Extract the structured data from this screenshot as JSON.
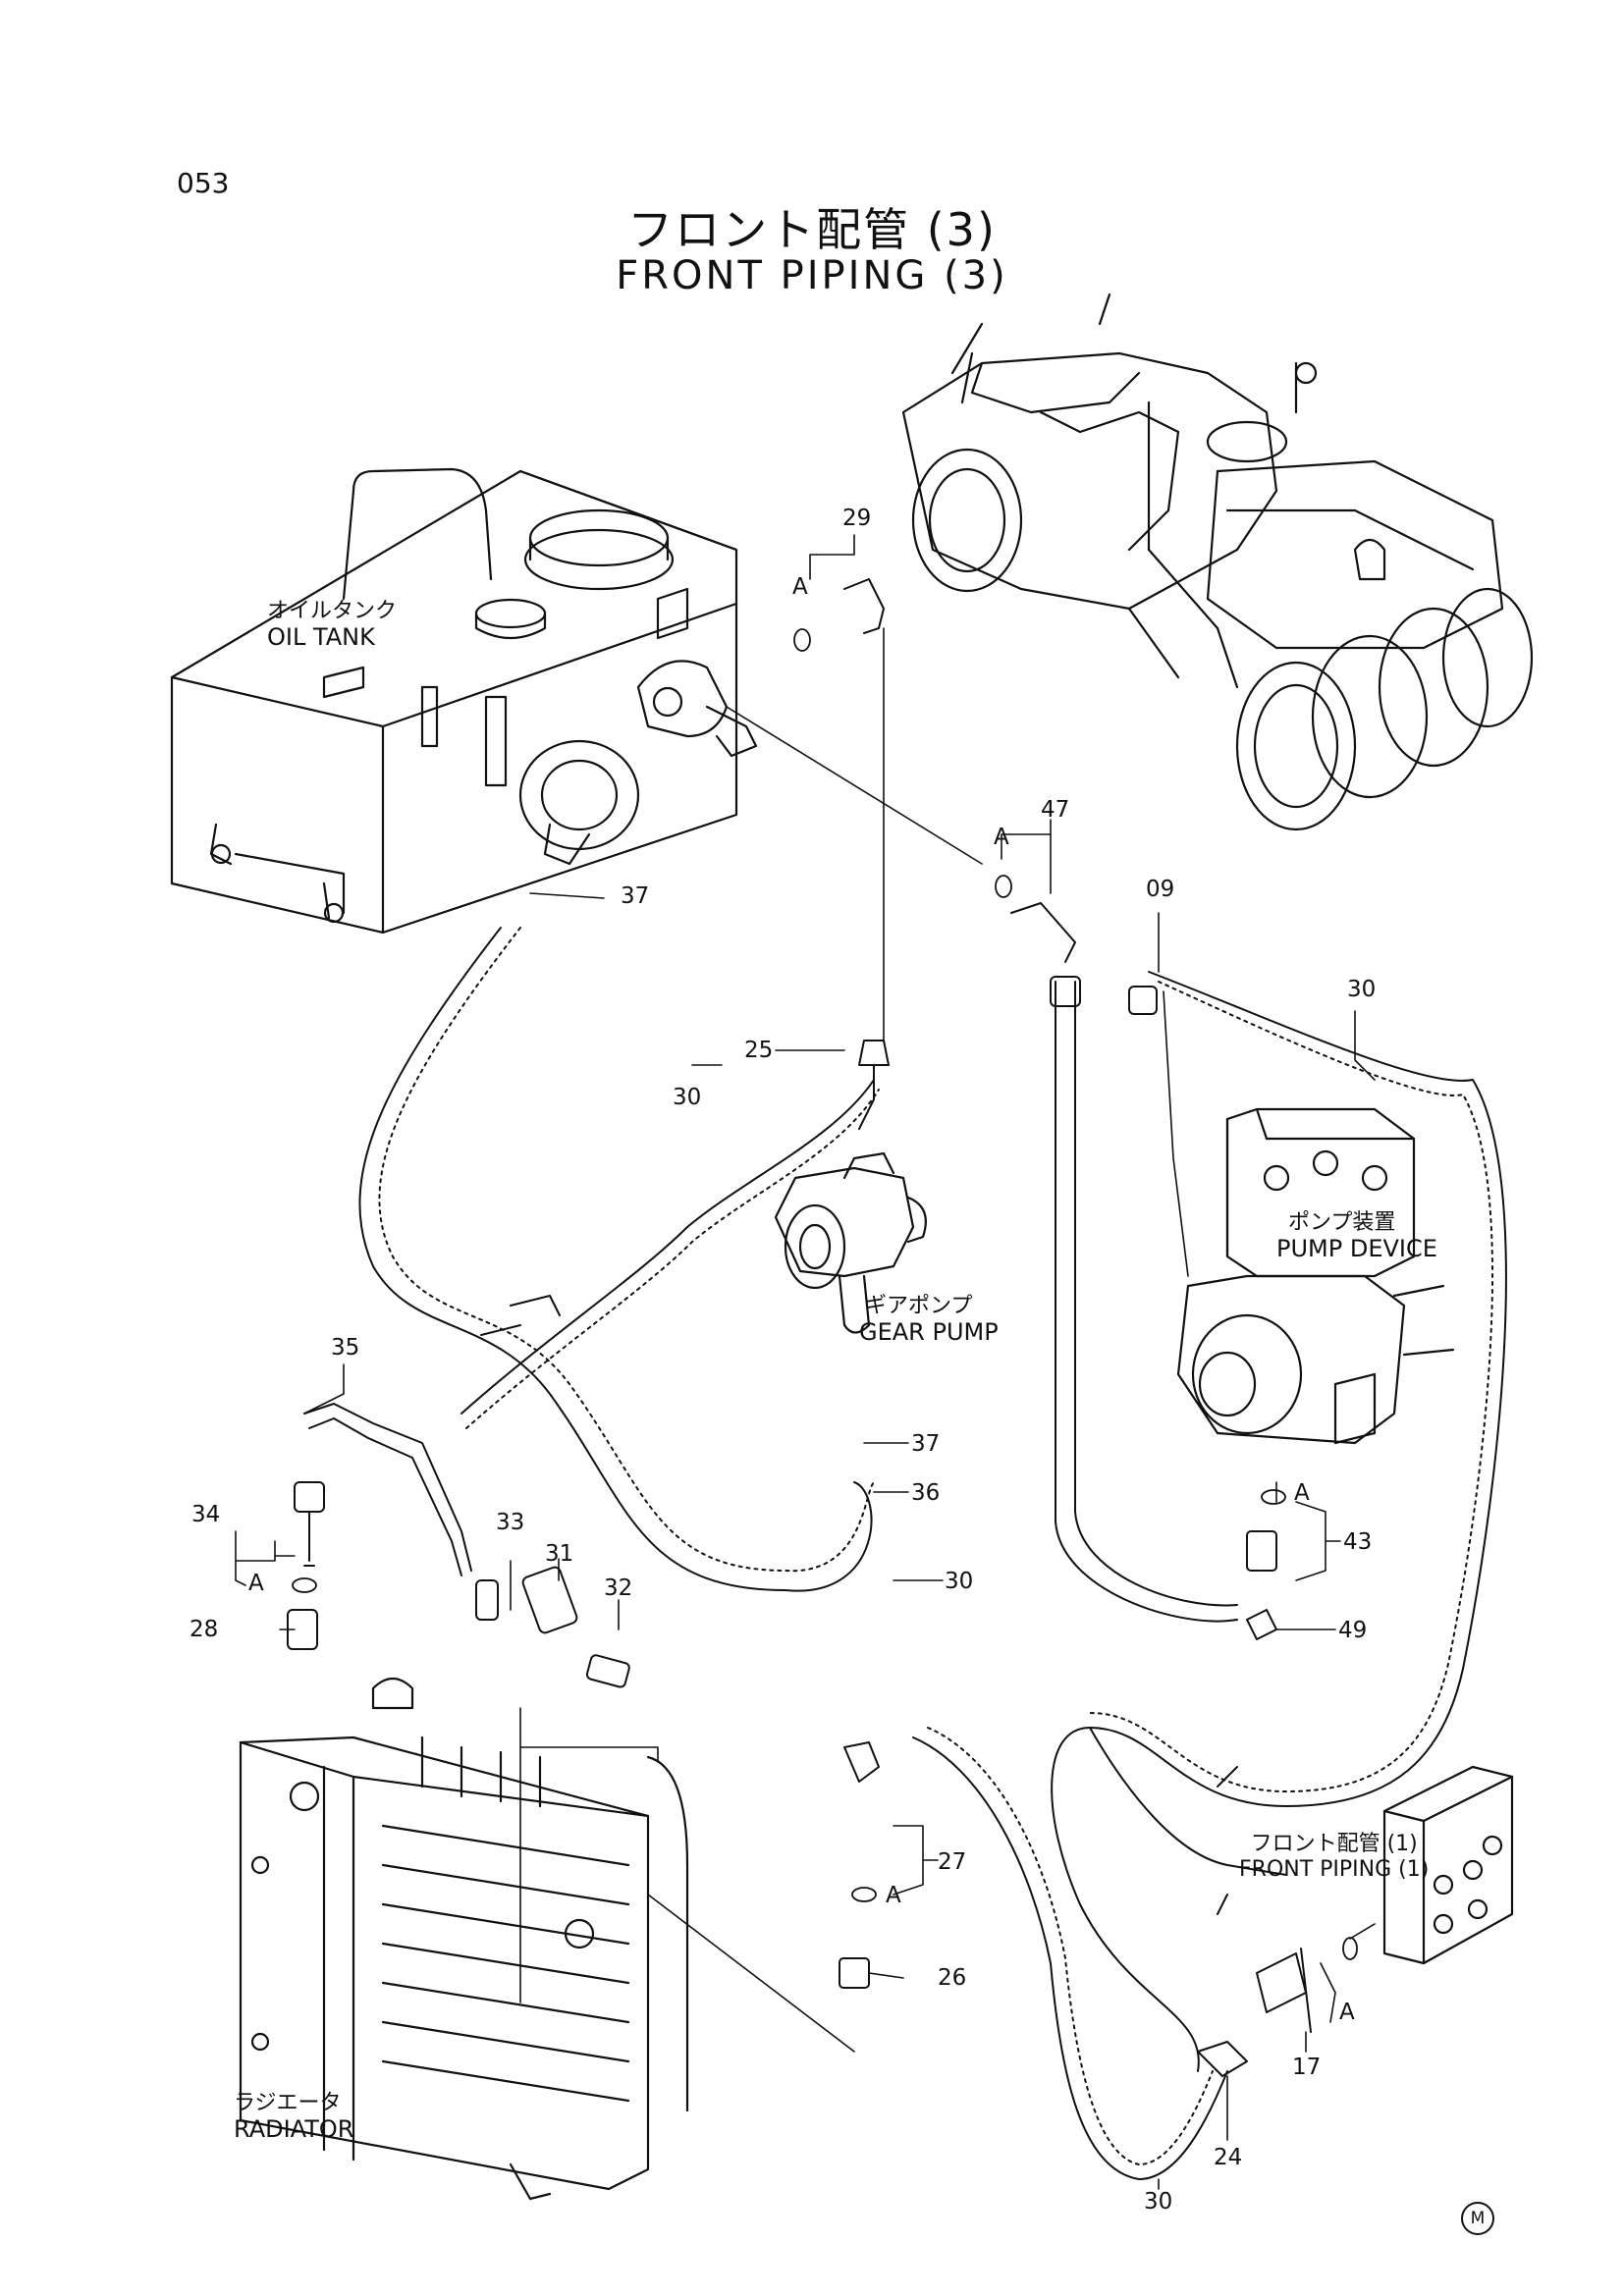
{
  "page_number": "053",
  "title": {
    "jp": "フロント配管 (3)",
    "en": "FRONT PIPING (3)"
  },
  "components": [
    {
      "jp": "オイルタンク",
      "en": "OIL TANK"
    },
    {
      "jp": "ギアポンプ",
      "en": "GEAR PUMP"
    },
    {
      "jp": "ポンプ装置",
      "en": "PUMP DEVICE"
    },
    {
      "jp": "フロント配管 (1)",
      "en": "FRONT PIPING (1)"
    },
    {
      "jp": "ラジエータ",
      "en": "RADIATOR"
    }
  ],
  "part_numbers": [
    "29",
    "A",
    "37",
    "47",
    "A",
    "09",
    "30",
    "25",
    "30",
    "35",
    "34",
    "A",
    "28",
    "33",
    "31",
    "32",
    "37",
    "36",
    "30",
    "43",
    "A",
    "49",
    "27",
    "A",
    "26",
    "24",
    "30",
    "17",
    "A"
  ],
  "footer_mark": "M"
}
